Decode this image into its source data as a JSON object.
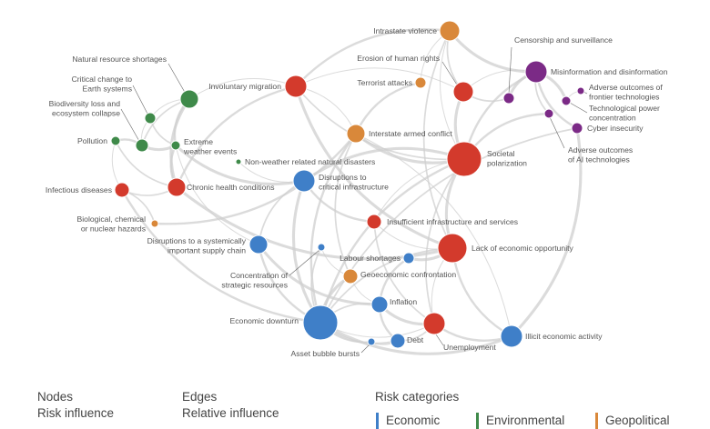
{
  "colors": {
    "economic": "#3f7fc8",
    "environmental": "#3f8a4a",
    "geopolitical": "#d9883a",
    "societal": "#d33a2c",
    "technological": "#7b2a86",
    "edge": "#cfcfcf"
  },
  "nodes": [
    {
      "id": "iv",
      "lines": [
        "Intrastate violence"
      ],
      "category": "geopolitical",
      "influence": 3
    },
    {
      "id": "cs",
      "lines": [
        "Censorship and surveillance"
      ],
      "category": "technological",
      "influence": 1
    },
    {
      "id": "mi",
      "lines": [
        "Misinformation and disinformation"
      ],
      "category": "technological",
      "influence": 3
    },
    {
      "id": "eh",
      "lines": [
        "Erosion of human rights"
      ],
      "category": "societal",
      "influence": 3
    },
    {
      "id": "ta",
      "lines": [
        "Terrorist attacks"
      ],
      "category": "geopolitical",
      "influence": 1
    },
    {
      "id": "af",
      "lines": [
        "Adverse outcomes of",
        "frontier technologies"
      ],
      "category": "technological",
      "influence": 1
    },
    {
      "id": "tp",
      "lines": [
        "Technological power",
        "concentration"
      ],
      "category": "technological",
      "influence": 1
    },
    {
      "id": "ai",
      "lines": [
        "Adverse outcomes",
        "of AI technologies"
      ],
      "category": "technological",
      "influence": 1
    },
    {
      "id": "ci",
      "lines": [
        "Cyber insecurity"
      ],
      "category": "technological",
      "influence": 2
    },
    {
      "id": "ia",
      "lines": [
        "Interstate armed conflict"
      ],
      "category": "geopolitical",
      "influence": 3
    },
    {
      "id": "sp",
      "lines": [
        "Societal",
        "polarization"
      ],
      "category": "societal",
      "influence": 5
    },
    {
      "id": "nr",
      "lines": [
        "Natural resource shortages"
      ],
      "category": "environmental",
      "influence": 3
    },
    {
      "id": "im",
      "lines": [
        "Involuntary migration"
      ],
      "category": "societal",
      "influence": 3
    },
    {
      "id": "cc",
      "lines": [
        "Critical change to",
        "Earth systems"
      ],
      "category": "environmental",
      "influence": 2
    },
    {
      "id": "bl",
      "lines": [
        "Biodiversity loss and",
        "ecosystem collapse"
      ],
      "category": "environmental",
      "influence": 2
    },
    {
      "id": "po",
      "lines": [
        "Pollution"
      ],
      "category": "environmental",
      "influence": 1
    },
    {
      "id": "ew",
      "lines": [
        "Extreme",
        "weather events"
      ],
      "category": "environmental",
      "influence": 1
    },
    {
      "id": "nw",
      "lines": [
        "Non-weather related natural disasters"
      ],
      "category": "environmental",
      "influence": 1
    },
    {
      "id": "dc",
      "lines": [
        "Disruptions to",
        "critical infrastructure"
      ],
      "category": "economic",
      "influence": 3
    },
    {
      "id": "id",
      "lines": [
        "Infectious diseases"
      ],
      "category": "societal",
      "influence": 2
    },
    {
      "id": "ch",
      "lines": [
        "Chronic health conditions"
      ],
      "category": "societal",
      "influence": 3
    },
    {
      "id": "bc",
      "lines": [
        "Biological, chemical",
        "or nuclear hazards"
      ],
      "category": "geopolitical",
      "influence": 1
    },
    {
      "id": "ii",
      "lines": [
        "Insufficient infrastructure and services"
      ],
      "category": "societal",
      "influence": 2
    },
    {
      "id": "ds",
      "lines": [
        "Disruptions to a systemically",
        "important supply chain"
      ],
      "category": "economic",
      "influence": 3
    },
    {
      "id": "cr",
      "lines": [
        "Concentration of",
        "strategic resources"
      ],
      "category": "economic",
      "influence": 1
    },
    {
      "id": "ls",
      "lines": [
        "Labour shortages"
      ],
      "category": "economic",
      "influence": 1
    },
    {
      "id": "le",
      "lines": [
        "Lack of economic opportunity"
      ],
      "category": "societal",
      "influence": 4
    },
    {
      "id": "gc",
      "lines": [
        "Geoeconomic confrontation"
      ],
      "category": "geopolitical",
      "influence": 2
    },
    {
      "id": "in",
      "lines": [
        "Inflation"
      ],
      "category": "economic",
      "influence": 2
    },
    {
      "id": "ed",
      "lines": [
        "Economic downturn"
      ],
      "category": "economic",
      "influence": 5
    },
    {
      "id": "un",
      "lines": [
        "Unemployment"
      ],
      "category": "societal",
      "influence": 3
    },
    {
      "id": "ab",
      "lines": [
        "Asset bubble bursts"
      ],
      "category": "economic",
      "influence": 1
    },
    {
      "id": "de",
      "lines": [
        "Debt"
      ],
      "category": "economic",
      "influence": 2
    },
    {
      "id": "il",
      "lines": [
        "Illicit economic activity"
      ],
      "category": "economic",
      "influence": 3
    }
  ],
  "edges": [
    [
      "iv",
      "sp"
    ],
    [
      "iv",
      "eh"
    ],
    [
      "iv",
      "im"
    ],
    [
      "iv",
      "mi"
    ],
    [
      "iv",
      "ta"
    ],
    [
      "iv",
      "le"
    ],
    [
      "mi",
      "sp"
    ],
    [
      "mi",
      "cs"
    ],
    [
      "mi",
      "eh"
    ],
    [
      "mi",
      "ai"
    ],
    [
      "mi",
      "ci"
    ],
    [
      "eh",
      "sp"
    ],
    [
      "eh",
      "im"
    ],
    [
      "eh",
      "cs"
    ],
    [
      "ta",
      "ia"
    ],
    [
      "ia",
      "sp"
    ],
    [
      "ia",
      "im"
    ],
    [
      "ia",
      "gc"
    ],
    [
      "ia",
      "ed"
    ],
    [
      "sp",
      "le"
    ],
    [
      "sp",
      "ii"
    ],
    [
      "sp",
      "un"
    ],
    [
      "sp",
      "ed"
    ],
    [
      "sp",
      "dc"
    ],
    [
      "im",
      "nr"
    ],
    [
      "im",
      "sp"
    ],
    [
      "im",
      "ch"
    ],
    [
      "im",
      "le"
    ],
    [
      "nr",
      "cc"
    ],
    [
      "nr",
      "bl"
    ],
    [
      "nr",
      "ew"
    ],
    [
      "nr",
      "ch"
    ],
    [
      "cc",
      "bl"
    ],
    [
      "cc",
      "ew"
    ],
    [
      "bl",
      "po"
    ],
    [
      "bl",
      "ew"
    ],
    [
      "po",
      "id"
    ],
    [
      "po",
      "ch"
    ],
    [
      "ew",
      "ch"
    ],
    [
      "ew",
      "dc"
    ],
    [
      "ew",
      "ds"
    ],
    [
      "id",
      "ch"
    ],
    [
      "id",
      "ed"
    ],
    [
      "ch",
      "le"
    ],
    [
      "nw",
      "dc"
    ],
    [
      "dc",
      "ds"
    ],
    [
      "dc",
      "ii"
    ],
    [
      "dc",
      "ed"
    ],
    [
      "ii",
      "le"
    ],
    [
      "ii",
      "un"
    ],
    [
      "ds",
      "ed"
    ],
    [
      "ds",
      "in"
    ],
    [
      "cr",
      "gc"
    ],
    [
      "cr",
      "ed"
    ],
    [
      "ls",
      "in"
    ],
    [
      "ls",
      "le"
    ],
    [
      "le",
      "un"
    ],
    [
      "le",
      "ed"
    ],
    [
      "le",
      "il"
    ],
    [
      "gc",
      "ed"
    ],
    [
      "gc",
      "in"
    ],
    [
      "in",
      "ed"
    ],
    [
      "in",
      "de"
    ],
    [
      "in",
      "un"
    ],
    [
      "ed",
      "un"
    ],
    [
      "ed",
      "ab"
    ],
    [
      "ed",
      "de"
    ],
    [
      "ed",
      "il"
    ],
    [
      "ab",
      "de"
    ],
    [
      "de",
      "un"
    ],
    [
      "un",
      "il"
    ],
    [
      "il",
      "ci"
    ],
    [
      "il",
      "ia"
    ],
    [
      "ci",
      "ed"
    ],
    [
      "ai",
      "sp"
    ],
    [
      "tp",
      "mi"
    ],
    [
      "af",
      "tp"
    ],
    [
      "bc",
      "id"
    ],
    [
      "bc",
      "ia"
    ]
  ],
  "legend": {
    "nodes_title": "Nodes",
    "nodes_sub": "Risk influence",
    "edges_title": "Edges",
    "edges_sub": "Relative influence",
    "categories_title": "Risk categories",
    "categories": [
      "Economic",
      "Environmental",
      "Geopolitical"
    ]
  }
}
